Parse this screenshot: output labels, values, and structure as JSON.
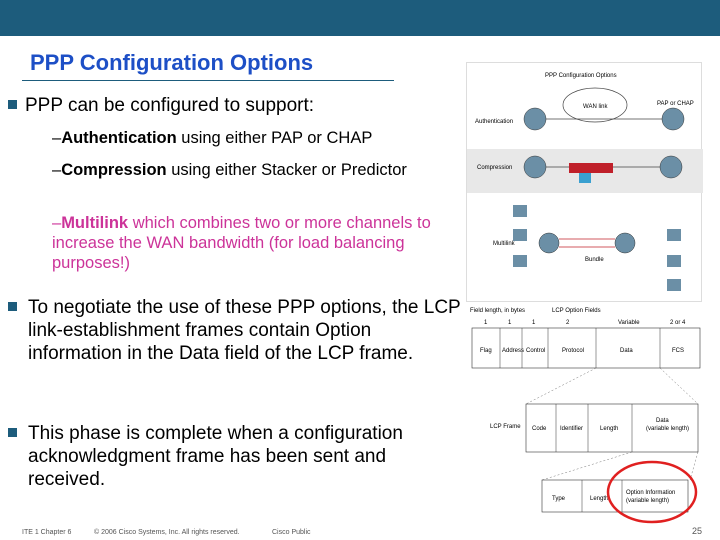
{
  "slide": {
    "title": "PPP Configuration Options",
    "bullets": [
      {
        "text": "PPP can be configured to support:"
      },
      {
        "text": "To negotiate the use of these PPP options, the LCP link-establishment frames contain Option information in the Data field of the LCP frame."
      },
      {
        "text": "This phase is complete when a configuration acknowledgment frame has been sent and received."
      }
    ],
    "subitems": [
      {
        "bold": "Authentication",
        "rest": " using either PAP or CHAP"
      },
      {
        "bold": "Compression",
        "rest": " using either Stacker or Predictor"
      },
      {
        "bold": "Multilink",
        "rest": " which combines two or more channels to increase the WAN bandwidth (for load balancing purposes!)"
      }
    ]
  },
  "figure_top": {
    "title": "PPP Configuration Options",
    "labels": {
      "authentication": "Authentication",
      "compression": "Compression",
      "multilink": "Multilink",
      "wan_link": "WAN link",
      "pap_chap": "PAP or CHAP",
      "bundle": "Bundle"
    }
  },
  "figure_bottom": {
    "top_label": "Field length, in bytes",
    "fields_title": "LCP Option Fields",
    "lengths": [
      "1",
      "1",
      "1",
      "2",
      "Variable",
      "2 or 4"
    ],
    "frame_fields": [
      "Flag",
      "Address",
      "Control",
      "Protocol",
      "Data",
      "FCS"
    ],
    "lcp_frame_label": "LCP Frame",
    "lcp_fields": [
      "Code",
      "Identifier",
      "Length",
      "Data"
    ],
    "data_note": "(variable length)",
    "option_fields": [
      "Type",
      "Length",
      "Option Information"
    ],
    "option_note": "(variable length)"
  },
  "footer": {
    "left": "ITE 1 Chapter 6",
    "copyright": "© 2006 Cisco Systems, Inc. All rights reserved.",
    "classification": "Cisco Public",
    "page": "25"
  },
  "colors": {
    "topbar": "#1d5c7c",
    "title": "#1d4fc6",
    "highlight": "#cc3399",
    "circle": "#e02020"
  }
}
